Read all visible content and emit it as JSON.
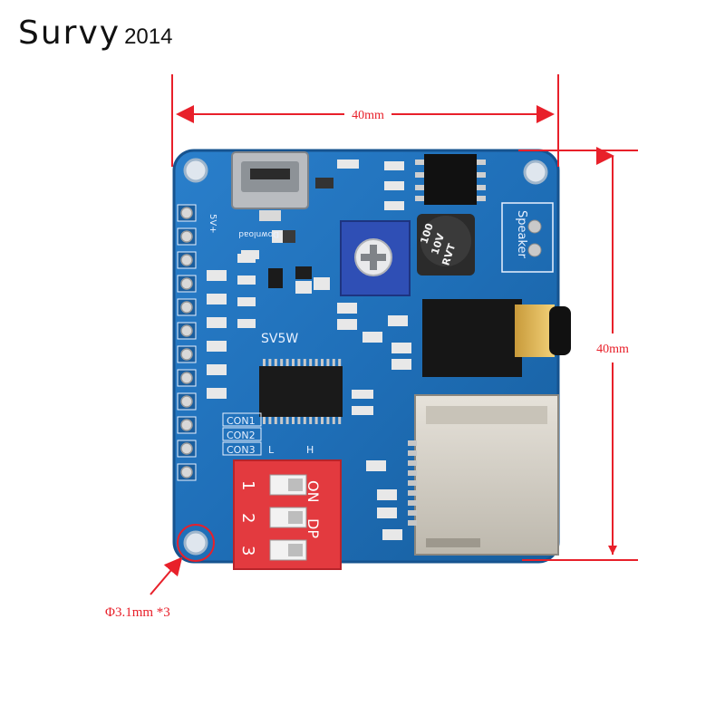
{
  "brand": {
    "name": "Survy",
    "year": "2014"
  },
  "dimensions": {
    "width_label": "40mm",
    "height_label": "40mm",
    "hole_label": "Φ3.1mm *3"
  },
  "board": {
    "chip_label": "SV5W",
    "speaker_label": "Speaker",
    "capacitor_lines": [
      "100",
      "10V",
      "RVT"
    ],
    "download_label": "Download",
    "power_label": "5V+",
    "con_labels": [
      "CON1",
      "CON2",
      "CON3"
    ],
    "lh_labels": [
      "L",
      "H"
    ],
    "dip_on": "ON",
    "dip_dp": "DP",
    "dip_numbers": [
      "1",
      "2",
      "3"
    ]
  },
  "colors": {
    "pcb": "#1f6fb8",
    "pcb_edge": "#16538f",
    "dimension": "#e8202a",
    "dip_switch": "#e33a3f",
    "sd_slot": "#d7d2c8"
  }
}
